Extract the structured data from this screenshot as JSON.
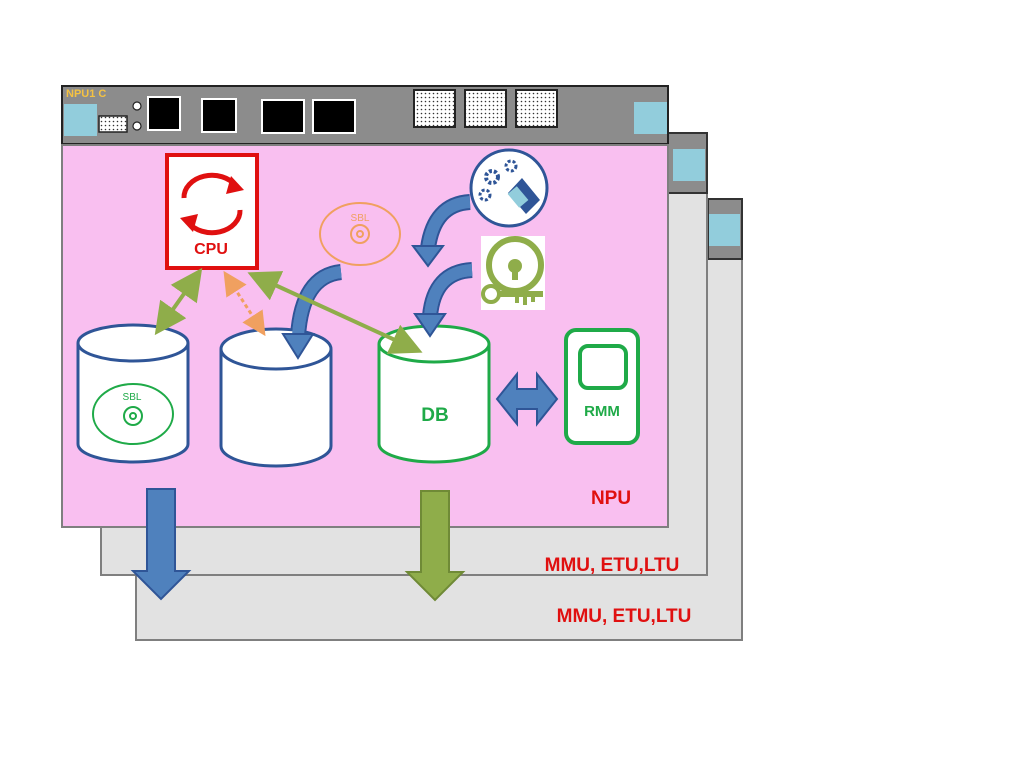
{
  "header": {
    "board_label": "NPU1 C"
  },
  "main": {
    "npu_label": "NPU",
    "cpu_label": "CPU",
    "sbl_disk_label": "SBL",
    "sbl_ghost_label": "SBL",
    "db_label": "DB",
    "rmm_label": "RMM"
  },
  "back_boards": [
    {
      "label": "MMU, ETU,LTU"
    },
    {
      "label": "MMU, ETU,LTU"
    }
  ],
  "colors": {
    "front_fill": "#f9bff0",
    "back_fill": "#e2e2e2",
    "header_fill": "#8c8c8c",
    "accent_red": "#e01010",
    "accent_green": "#1faa48",
    "blue": "#4f81bd",
    "olive": "#8fad4a",
    "orange": "#f0a060",
    "label_yellow": "#f5c242"
  },
  "icons": [
    "cpu-cycle-icon",
    "gears-config-icon",
    "key-lock-icon",
    "sbl-disc-icon"
  ]
}
